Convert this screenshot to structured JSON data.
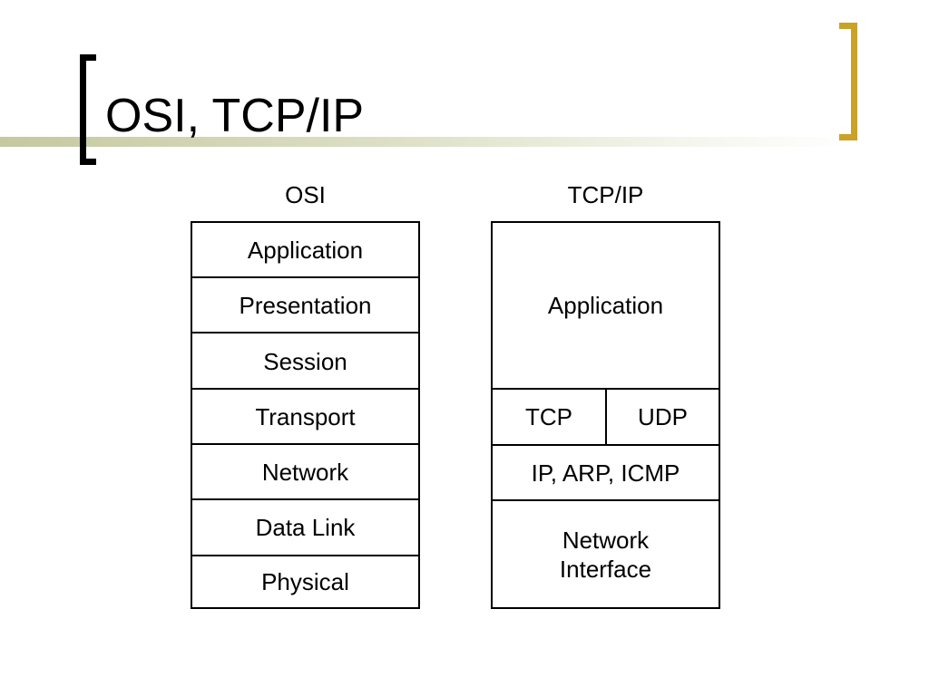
{
  "slide": {
    "title": "OSI, TCP/IP",
    "bracket_color_left": "#000000",
    "bracket_color_right": "#c9a227"
  },
  "osi": {
    "heading": "OSI",
    "layers": [
      "Application",
      "Presentation",
      "Session",
      "Transport",
      "Network",
      "Data Link",
      "Physical"
    ]
  },
  "tcpip": {
    "heading": "TCP/IP",
    "application": "Application",
    "tcp": "TCP",
    "udp": "UDP",
    "internet": "IP, ARP, ICMP",
    "network_interface_line1": "Network",
    "network_interface_line2": "Interface"
  }
}
